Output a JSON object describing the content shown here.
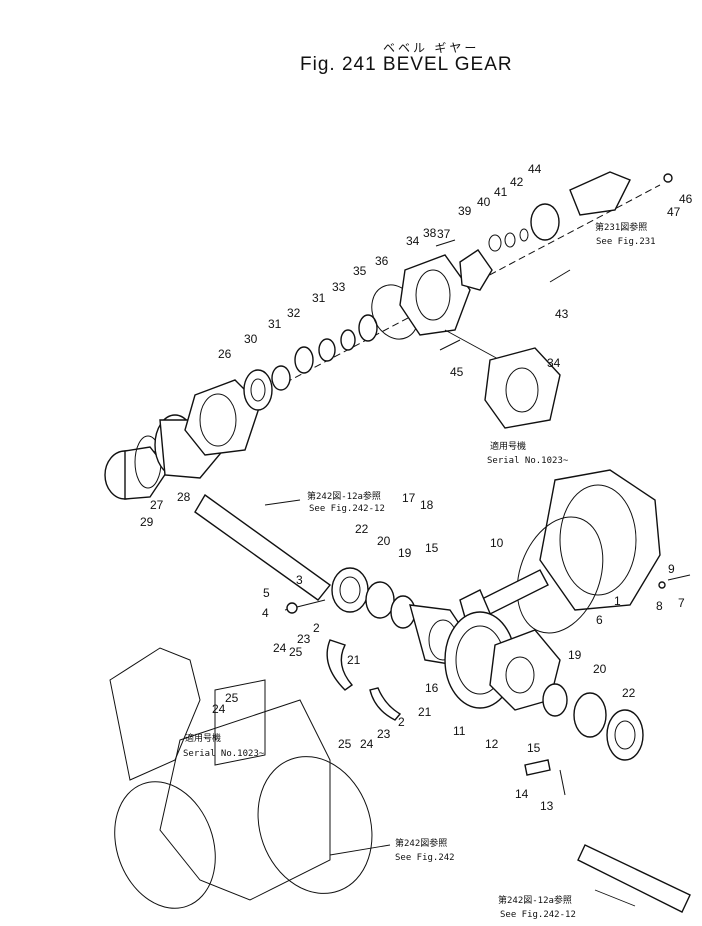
{
  "figure": {
    "title_jp": "ベベル ギヤー",
    "title": "Fig. 241 BEVEL GEAR"
  },
  "notes": {
    "ref231_jp": "第231図参照",
    "ref231": "See Fig.231",
    "ser1_jp": "適用号機",
    "ser1": "Serial No.1023~",
    "ref242_12a_jp": "第242図-12a参照",
    "ref242_12a": "See Fig.242-12",
    "ser2_jp": "適用号機",
    "ser2": "Serial No.1023~",
    "ref242_jp": "第242図参照",
    "ref242": "See Fig.242",
    "ref242_12b_jp": "第242図-12a参照",
    "ref242_12b": "See Fig.242-12"
  },
  "callouts": [
    {
      "id": "c1",
      "text": "1"
    },
    {
      "id": "c2a",
      "text": "2"
    },
    {
      "id": "c2b",
      "text": "2"
    },
    {
      "id": "c3",
      "text": "3"
    },
    {
      "id": "c4",
      "text": "4"
    },
    {
      "id": "c5",
      "text": "5"
    },
    {
      "id": "c6",
      "text": "6"
    },
    {
      "id": "c7",
      "text": "7"
    },
    {
      "id": "c8",
      "text": "8"
    },
    {
      "id": "c9",
      "text": "9"
    },
    {
      "id": "c10",
      "text": "10"
    },
    {
      "id": "c11",
      "text": "11"
    },
    {
      "id": "c12",
      "text": "12"
    },
    {
      "id": "c13",
      "text": "13"
    },
    {
      "id": "c14",
      "text": "14"
    },
    {
      "id": "c15a",
      "text": "15"
    },
    {
      "id": "c15b",
      "text": "15"
    },
    {
      "id": "c16",
      "text": "16"
    },
    {
      "id": "c17",
      "text": "17"
    },
    {
      "id": "c18",
      "text": "18"
    },
    {
      "id": "c19a",
      "text": "19"
    },
    {
      "id": "c19b",
      "text": "19"
    },
    {
      "id": "c20a",
      "text": "20"
    },
    {
      "id": "c20b",
      "text": "20"
    },
    {
      "id": "c21a",
      "text": "21"
    },
    {
      "id": "c21b",
      "text": "21"
    },
    {
      "id": "c22a",
      "text": "22"
    },
    {
      "id": "c22b",
      "text": "22"
    },
    {
      "id": "c23a",
      "text": "23"
    },
    {
      "id": "c23b",
      "text": "23"
    },
    {
      "id": "c24a",
      "text": "24"
    },
    {
      "id": "c24b",
      "text": "24"
    },
    {
      "id": "c24c",
      "text": "24"
    },
    {
      "id": "c25a",
      "text": "25"
    },
    {
      "id": "c25b",
      "text": "25"
    },
    {
      "id": "c25c",
      "text": "25"
    },
    {
      "id": "c26",
      "text": "26"
    },
    {
      "id": "c27",
      "text": "27"
    },
    {
      "id": "c28",
      "text": "28"
    },
    {
      "id": "c29",
      "text": "29"
    },
    {
      "id": "c30",
      "text": "30"
    },
    {
      "id": "c31a",
      "text": "31"
    },
    {
      "id": "c31b",
      "text": "31"
    },
    {
      "id": "c32",
      "text": "32"
    },
    {
      "id": "c33",
      "text": "33"
    },
    {
      "id": "c34a",
      "text": "34"
    },
    {
      "id": "c34b",
      "text": "34"
    },
    {
      "id": "c35",
      "text": "35"
    },
    {
      "id": "c36",
      "text": "36"
    },
    {
      "id": "c37",
      "text": "37"
    },
    {
      "id": "c38",
      "text": "38"
    },
    {
      "id": "c39",
      "text": "39"
    },
    {
      "id": "c40",
      "text": "40"
    },
    {
      "id": "c41",
      "text": "41"
    },
    {
      "id": "c42",
      "text": "42"
    },
    {
      "id": "c43",
      "text": "43"
    },
    {
      "id": "c44",
      "text": "44"
    },
    {
      "id": "c45",
      "text": "45"
    },
    {
      "id": "c46",
      "text": "46"
    },
    {
      "id": "c47",
      "text": "47"
    }
  ]
}
